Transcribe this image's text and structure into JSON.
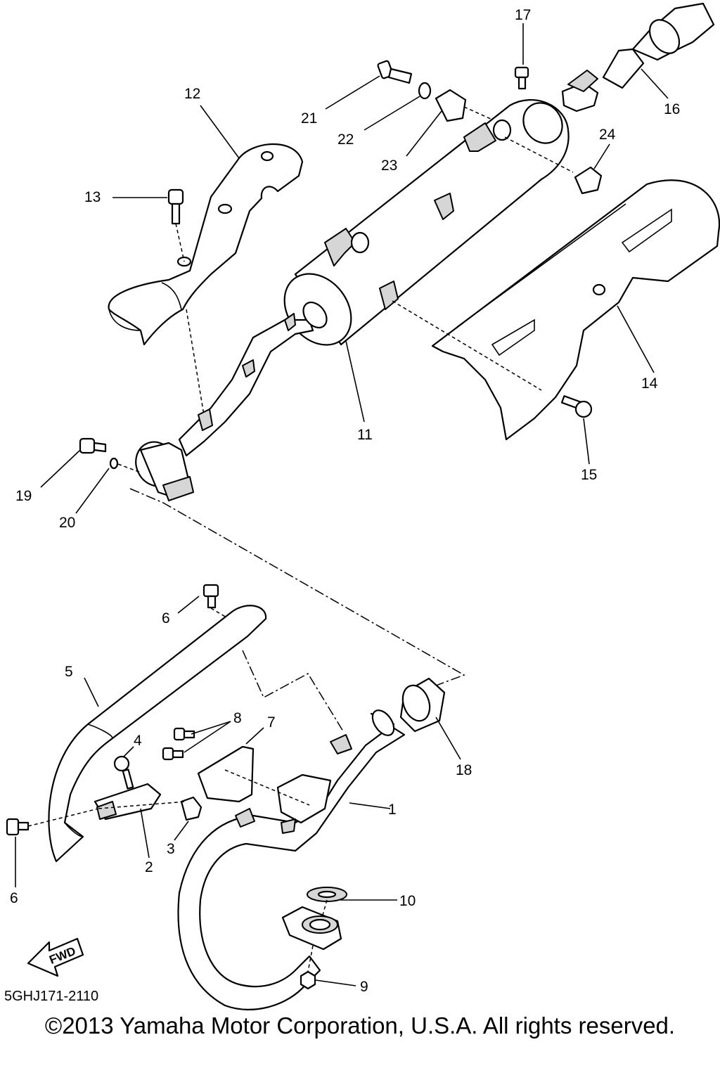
{
  "diagram": {
    "callouts": {
      "c1": "1",
      "c2": "2",
      "c3": "3",
      "c4": "4",
      "c5": "5",
      "c6a": "6",
      "c6b": "6",
      "c7": "7",
      "c8": "8",
      "c9": "9",
      "c10": "10",
      "c11": "11",
      "c12": "12",
      "c13": "13",
      "c14": "14",
      "c15": "15",
      "c16": "16",
      "c17": "17",
      "c18": "18",
      "c19": "19",
      "c20": "20",
      "c21": "21",
      "c22": "22",
      "c23": "23",
      "c24": "24"
    },
    "fwd_label": "FWD",
    "diagram_code": "5GHJ171-2110",
    "copyright": "©2013 Yamaha Motor Corporation, U.S.A. All rights reserved."
  }
}
